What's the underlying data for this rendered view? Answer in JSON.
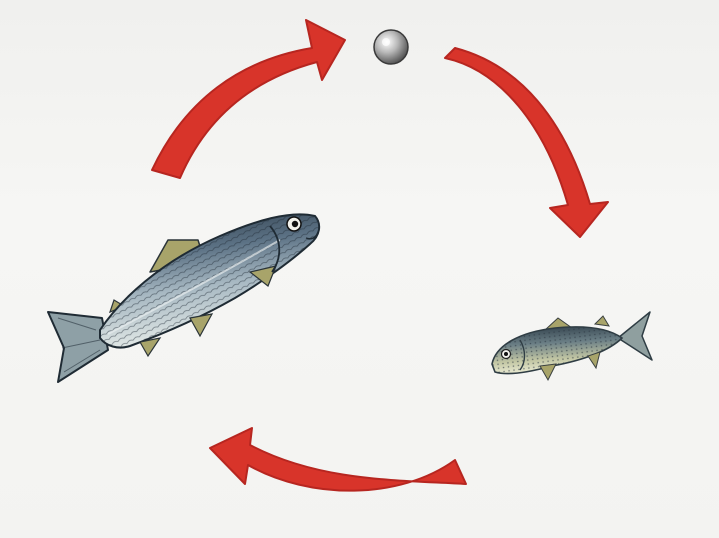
{
  "diagram": {
    "type": "life-cycle",
    "stages": [
      {
        "id": "egg",
        "icon": "egg-icon"
      },
      {
        "id": "juvenile-fish",
        "icon": "small-fish-icon"
      },
      {
        "id": "adult-fish",
        "icon": "large-fish-icon"
      }
    ],
    "arrows": [
      {
        "from": "adult-fish",
        "to": "egg"
      },
      {
        "from": "egg",
        "to": "juvenile-fish"
      },
      {
        "from": "juvenile-fish",
        "to": "adult-fish"
      }
    ],
    "colors": {
      "background": "#f3f3f1",
      "arrow": "#d8342a",
      "arrow_dark": "#b72620",
      "fish_body": "#5d7488",
      "fish_back": "#2c3b4a",
      "fish_belly": "#dde6e8",
      "fish_fin": "#a8a46a",
      "egg": "#8e8e8e"
    }
  }
}
